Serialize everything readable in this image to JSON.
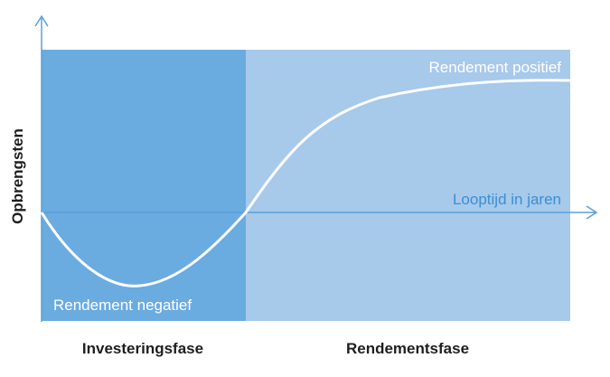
{
  "diagram": {
    "y_axis_label": "Opbrengsten",
    "x_axis_label": "Looptijd in jaren",
    "positive_label": "Rendement positief",
    "negative_label": "Rendement negatief",
    "phase_left": "Investeringsfase",
    "phase_right": "Rendementsfase"
  },
  "colors": {
    "phase_left_fill": "#6aabe0",
    "phase_right_fill": "#a7c9ea",
    "axis": "#5a9fd8",
    "curve": "#ffffff",
    "label_blue": "#3a8fd4",
    "label_dark": "#1f1f1f"
  }
}
